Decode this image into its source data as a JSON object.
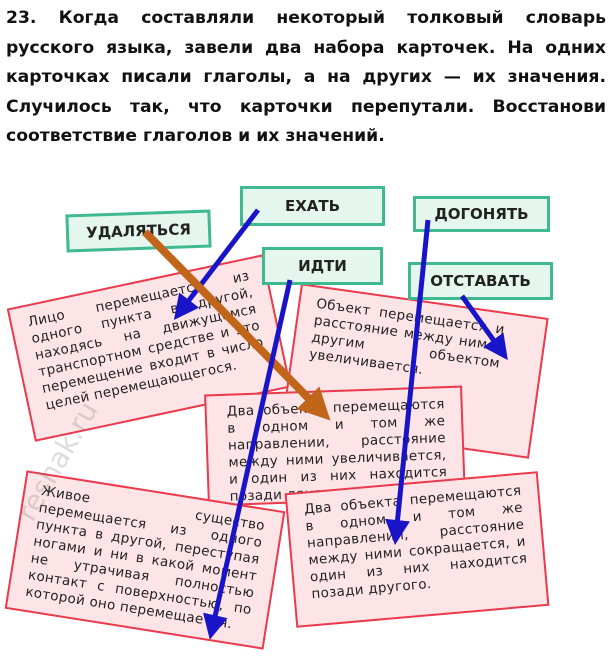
{
  "task": {
    "text": "23. Когда составляли некоторый толковый словарь русского языка, завели два набора карточек. На одних карточках писали глаголы, а на других — их значения. Случилось так, что карточки перепутали. Восстанови соответствие глаголов и их значений."
  },
  "verbs": {
    "udalyatsya": "УДАЛЯТЬСЯ",
    "ekhat": "ЕХАТЬ",
    "dogonyat": "ДОГОНЯТЬ",
    "idti": "ИДТИ",
    "otstavat": "ОТСТАВАТЬ"
  },
  "meanings": {
    "m1": "Лицо перемещается из одного пункта в другой, находясь на движущемся транспортном средстве и это перемещение входит в число целей перемещающегося.",
    "m2": "Объект перемещается и расстояние между ним и другим объектом увеличивается.",
    "m3": "Два объекта перемещаются в одном и том же направлении, расстояние между ними увеличивается, и один из них находится позади другого.",
    "m4": "Живое существо перемещается из одного пункта в другой, переступая ногами и ни в какой момент не утрачивая полностью контакт с поверхностью, по которой оно перемещается.",
    "m5": "Два объекта перемещаются в одном и том же направлении, расстояние между ними сокращается, и один из них находится позади другого."
  },
  "colors": {
    "arrow_blue": "#1a14c8",
    "arrow_orange": "#c0651a",
    "card_fill": "#fde4e6",
    "card_border": "#ea3a4c",
    "label_fill": "#e4f6ee",
    "label_border": "#3fb98f"
  },
  "watermark": "reshak.ru"
}
